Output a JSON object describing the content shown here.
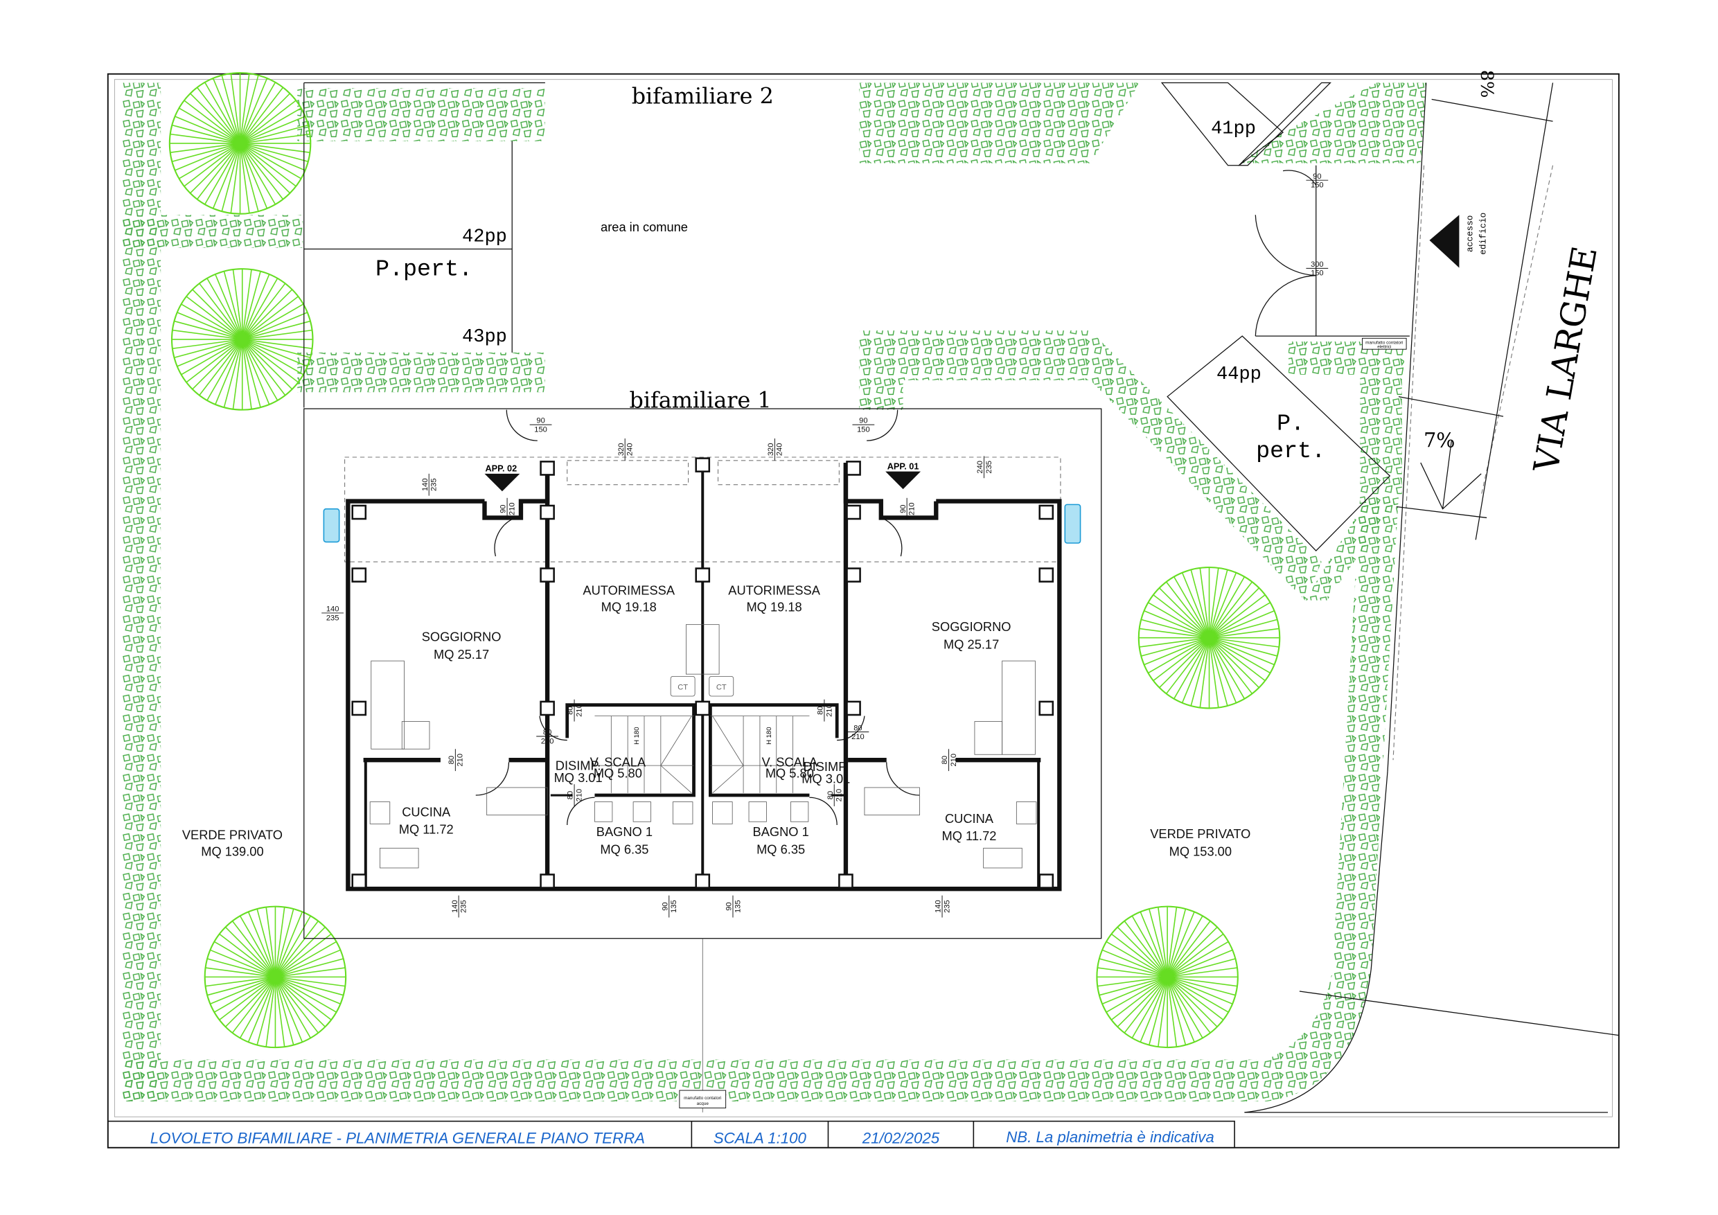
{
  "labels": {
    "bifamiliare_2": "bifamiliare 2",
    "bifamiliare_1": "bifamiliare 1",
    "area_comune": "area in comune",
    "pp42": "42pp",
    "pp43": "43pp",
    "pp41": "41pp",
    "pp44": "44pp",
    "ppert_left": "P.pert.",
    "ppert_right_1": "P.",
    "ppert_right_2": "pert.",
    "street": "VIA LARGHE",
    "accesso_1": "accesso",
    "accesso_2": "edificio",
    "slope_7": "7%",
    "slope_8": "8%",
    "app02": "APP. 02",
    "app01": "APP. 01",
    "contatori_elettrici_1": "manufatto contatori",
    "contatori_elettrici_2": "elettrici",
    "contatori_acque_1": "manufatto contatori",
    "contatori_acque_2": "acque",
    "ct": "CT",
    "h180": "H 180"
  },
  "rooms": {
    "soggiorno_l": [
      "SOGGIORNO",
      "MQ 25.17"
    ],
    "soggiorno_r": [
      "SOGGIORNO",
      "MQ 25.17"
    ],
    "autorimessa_l": [
      "AUTORIMESSA",
      "MQ 19.18"
    ],
    "autorimessa_r": [
      "AUTORIMESSA",
      "MQ 19.18"
    ],
    "cucina_l": [
      "CUCINA",
      "MQ 11.72"
    ],
    "cucina_r": [
      "CUCINA",
      "MQ 11.72"
    ],
    "bagno_l": [
      "BAGNO 1",
      "MQ 6.35"
    ],
    "bagno_r": [
      "BAGNO 1",
      "MQ 6.35"
    ],
    "disimp_l": [
      "DISIMP.",
      "MQ 3.01"
    ],
    "disimp_r": [
      "DISIMP.",
      "MQ 3.01"
    ],
    "scala_l": [
      "V. SCALA",
      "MQ 5.80"
    ],
    "scala_r": [
      "V. SCALA",
      "MQ 5.80"
    ],
    "verde_l": [
      "VERDE PRIVATO",
      "MQ 139.00"
    ],
    "verde_r": [
      "VERDE PRIVATO",
      "MQ 153.00"
    ]
  },
  "dims": {
    "d90_150_a": [
      "90",
      "150"
    ],
    "d90_150_b": [
      "90",
      "150"
    ],
    "d90_150_c": [
      "90",
      "150"
    ],
    "d300_150": [
      "300",
      "150"
    ],
    "d320_240_a": [
      "320",
      "240"
    ],
    "d320_240_b": [
      "320",
      "240"
    ],
    "d140_235_a": [
      "140",
      "235"
    ],
    "d240_235": [
      "240",
      "235"
    ],
    "d90_210_a": [
      "90",
      "210"
    ],
    "d90_210_b": [
      "90",
      "210"
    ],
    "d140_235_side": [
      "140",
      "235"
    ],
    "d80_210_a": [
      "80",
      "210"
    ],
    "d80_210_b": [
      "80",
      "210"
    ],
    "d80_210_c": [
      "80",
      "210"
    ],
    "d80_210_d": [
      "80",
      "210"
    ],
    "d80_210_e": [
      "80",
      "210"
    ],
    "d80_210_f": [
      "80",
      "210"
    ],
    "d80_210_g": [
      "80",
      "210"
    ],
    "d80_210_h": [
      "80",
      "210"
    ],
    "d140_235_b": [
      "140",
      "235"
    ],
    "d140_235_c": [
      "140",
      "235"
    ],
    "d90_135_a": [
      "90",
      "135"
    ],
    "d90_135_b": [
      "90",
      "135"
    ]
  },
  "title_block": {
    "project": "LOVOLETO BIFAMILIARE - PLANIMETRIA GENERALE PIANO TERRA",
    "scale": "SCALA 1:100",
    "date": "21/02/2025",
    "note": "NB. La planimetria è indicativa"
  },
  "colors": {
    "tree": "#66dd22",
    "hedge": "#44aa44",
    "title": "#1a66cc"
  }
}
